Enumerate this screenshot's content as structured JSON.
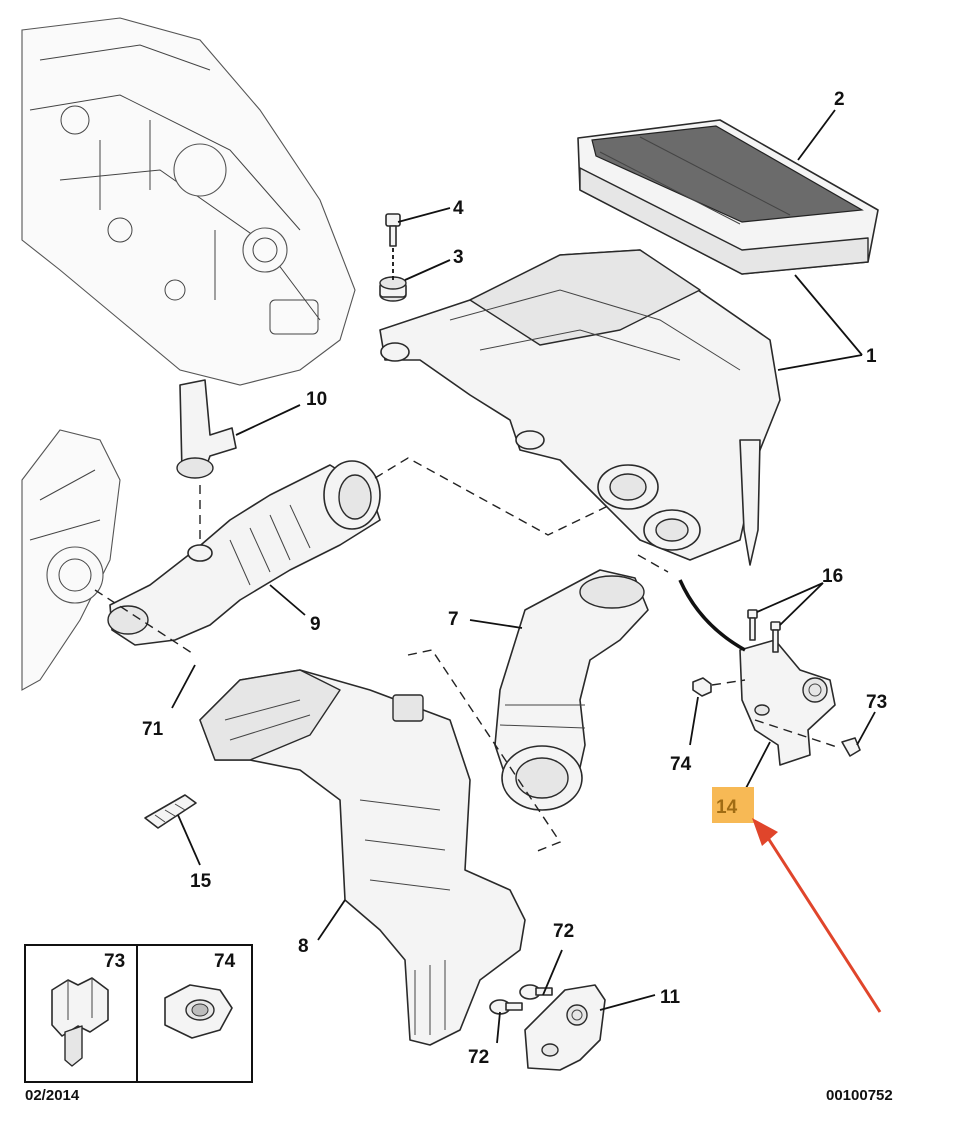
{
  "diagram": {
    "callouts": [
      "1",
      "2",
      "3",
      "4",
      "7",
      "8",
      "9",
      "10",
      "11",
      "14",
      "15",
      "16",
      "71",
      "72",
      "72",
      "73",
      "74"
    ],
    "highlighted_callout": "14",
    "highlight_color": "#f7b955",
    "arrow_color": "#e0452b",
    "inset_boxes": [
      {
        "label": "73",
        "icon": "clip-icon"
      },
      {
        "label": "74",
        "icon": "hex-nut-icon"
      }
    ],
    "footer_left": "02/2014",
    "footer_right": "00100752"
  }
}
